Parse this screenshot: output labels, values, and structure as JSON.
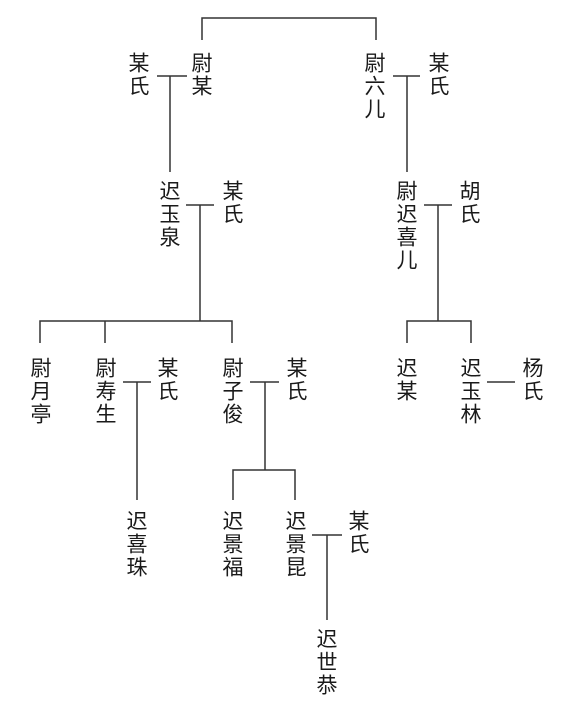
{
  "colors": {
    "line": "#333333",
    "text": "#1a1a1a",
    "background": "#ffffff"
  },
  "people": {
    "p1_self": "尉某",
    "p1_spouse": "某氏",
    "p2_self": "尉六儿",
    "p2_spouse": "某氏",
    "p3_self": "迟玉泉",
    "p3_spouse": "某氏",
    "p4_self": "尉迟喜儿",
    "p4_spouse": "胡氏",
    "c1": "尉月亭",
    "c2": "尉寿生",
    "c2_spouse": "某氏",
    "c3": "尉子俊",
    "c3_spouse": "某氏",
    "c4": "迟某",
    "c5": "迟玉林",
    "c5_spouse": "杨氏",
    "g1": "迟喜珠",
    "g2": "迟景福",
    "g3": "迟景昆",
    "g3_spouse": "某氏",
    "gg1": "迟世恭"
  }
}
